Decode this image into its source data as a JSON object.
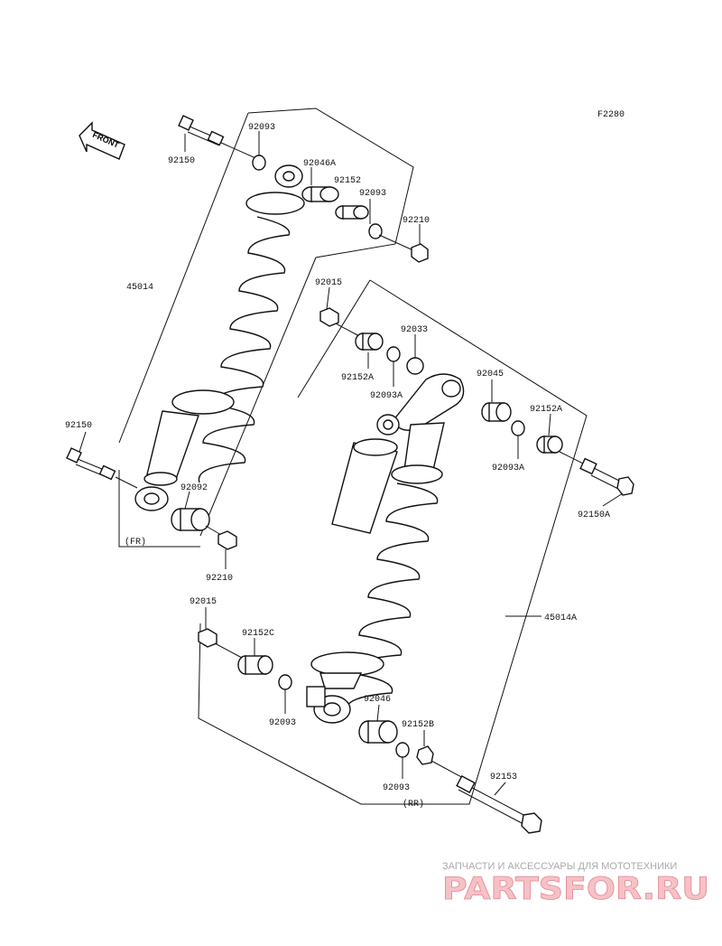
{
  "diagram": {
    "code": "F2280",
    "front_label": "FRONT",
    "labels": {
      "p92150_top": "92150",
      "p92093_top": "92093",
      "p92046A": "92046A",
      "p92152": "92152",
      "p92093_b": "92093",
      "p92210_top": "92210",
      "p45014": "45014",
      "p92015_top": "92015",
      "p92033": "92033",
      "p92152A": "92152A",
      "p92093A_left": "92093A",
      "p92045": "92045",
      "p92152A_right": "92152A",
      "p92093A_right": "92093A",
      "p92150_left": "92150",
      "p92092": "92092",
      "fr": "(FR)",
      "p92210_bottom": "92210",
      "p92150A": "92150A",
      "p45014A": "45014A",
      "p92015_bottom": "92015",
      "p92152C": "92152C",
      "p92093_bottom": "92093",
      "p92046": "92046",
      "p92152B": "92152B",
      "p92093_rr": "92093",
      "rr": "(RR)",
      "p92153": "92153"
    }
  },
  "watermark": {
    "tagline": "ЗАПЧАСТИ И АКСЕССУАРЫ ДЛЯ МОТОТЕХНИКИ",
    "brand": "PARTSFOR.RU",
    "brand_color": "#e58a94"
  }
}
